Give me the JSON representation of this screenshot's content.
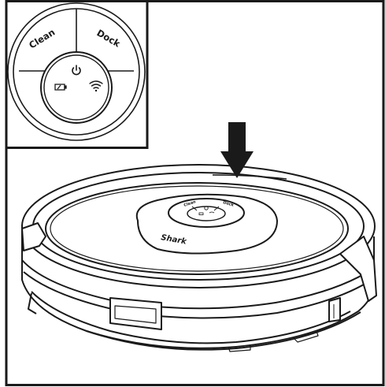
{
  "callout": {
    "clean_label": "Clean",
    "dock_label": "Dock"
  },
  "robot": {
    "brand": "Shark",
    "clean_label": "Clean",
    "dock_label": "Dock"
  },
  "icons": [
    "power-icon",
    "battery-icon",
    "wifi-icon",
    "arrow-down-icon"
  ],
  "colors": {
    "line": "#1a1a1a",
    "fill": "#ffffff",
    "shade": "#e8e8e8"
  }
}
